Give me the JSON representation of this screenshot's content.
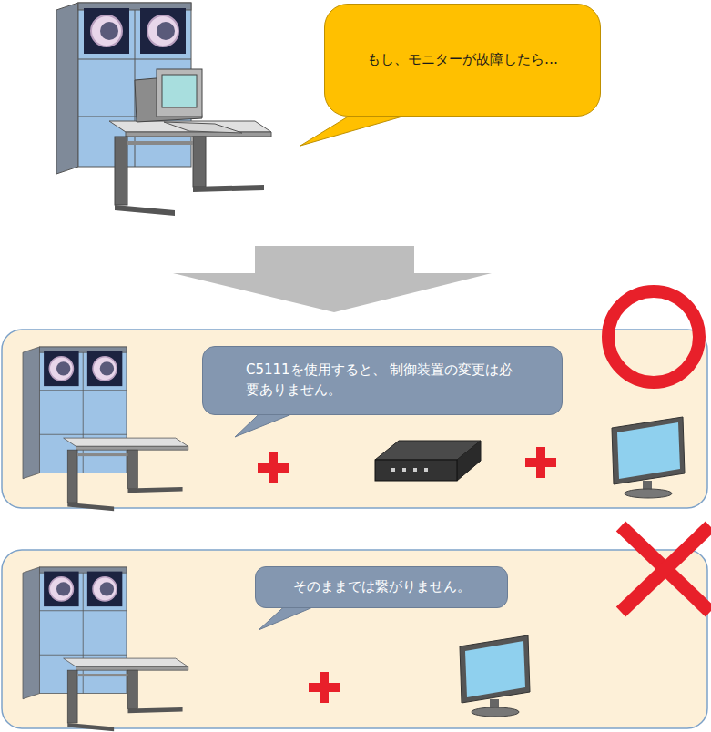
{
  "diagram": {
    "nodes": [
      {
        "text": [
          "もし、モニターが故障したら…"
        ]
      },
      {
        "text": [
          "C5111を使用すると、 制御装置の変更は必要ありません。"
        ]
      },
      {
        "text": [
          "そのままでは繋がりません。"
        ]
      }
    ]
  }
}
